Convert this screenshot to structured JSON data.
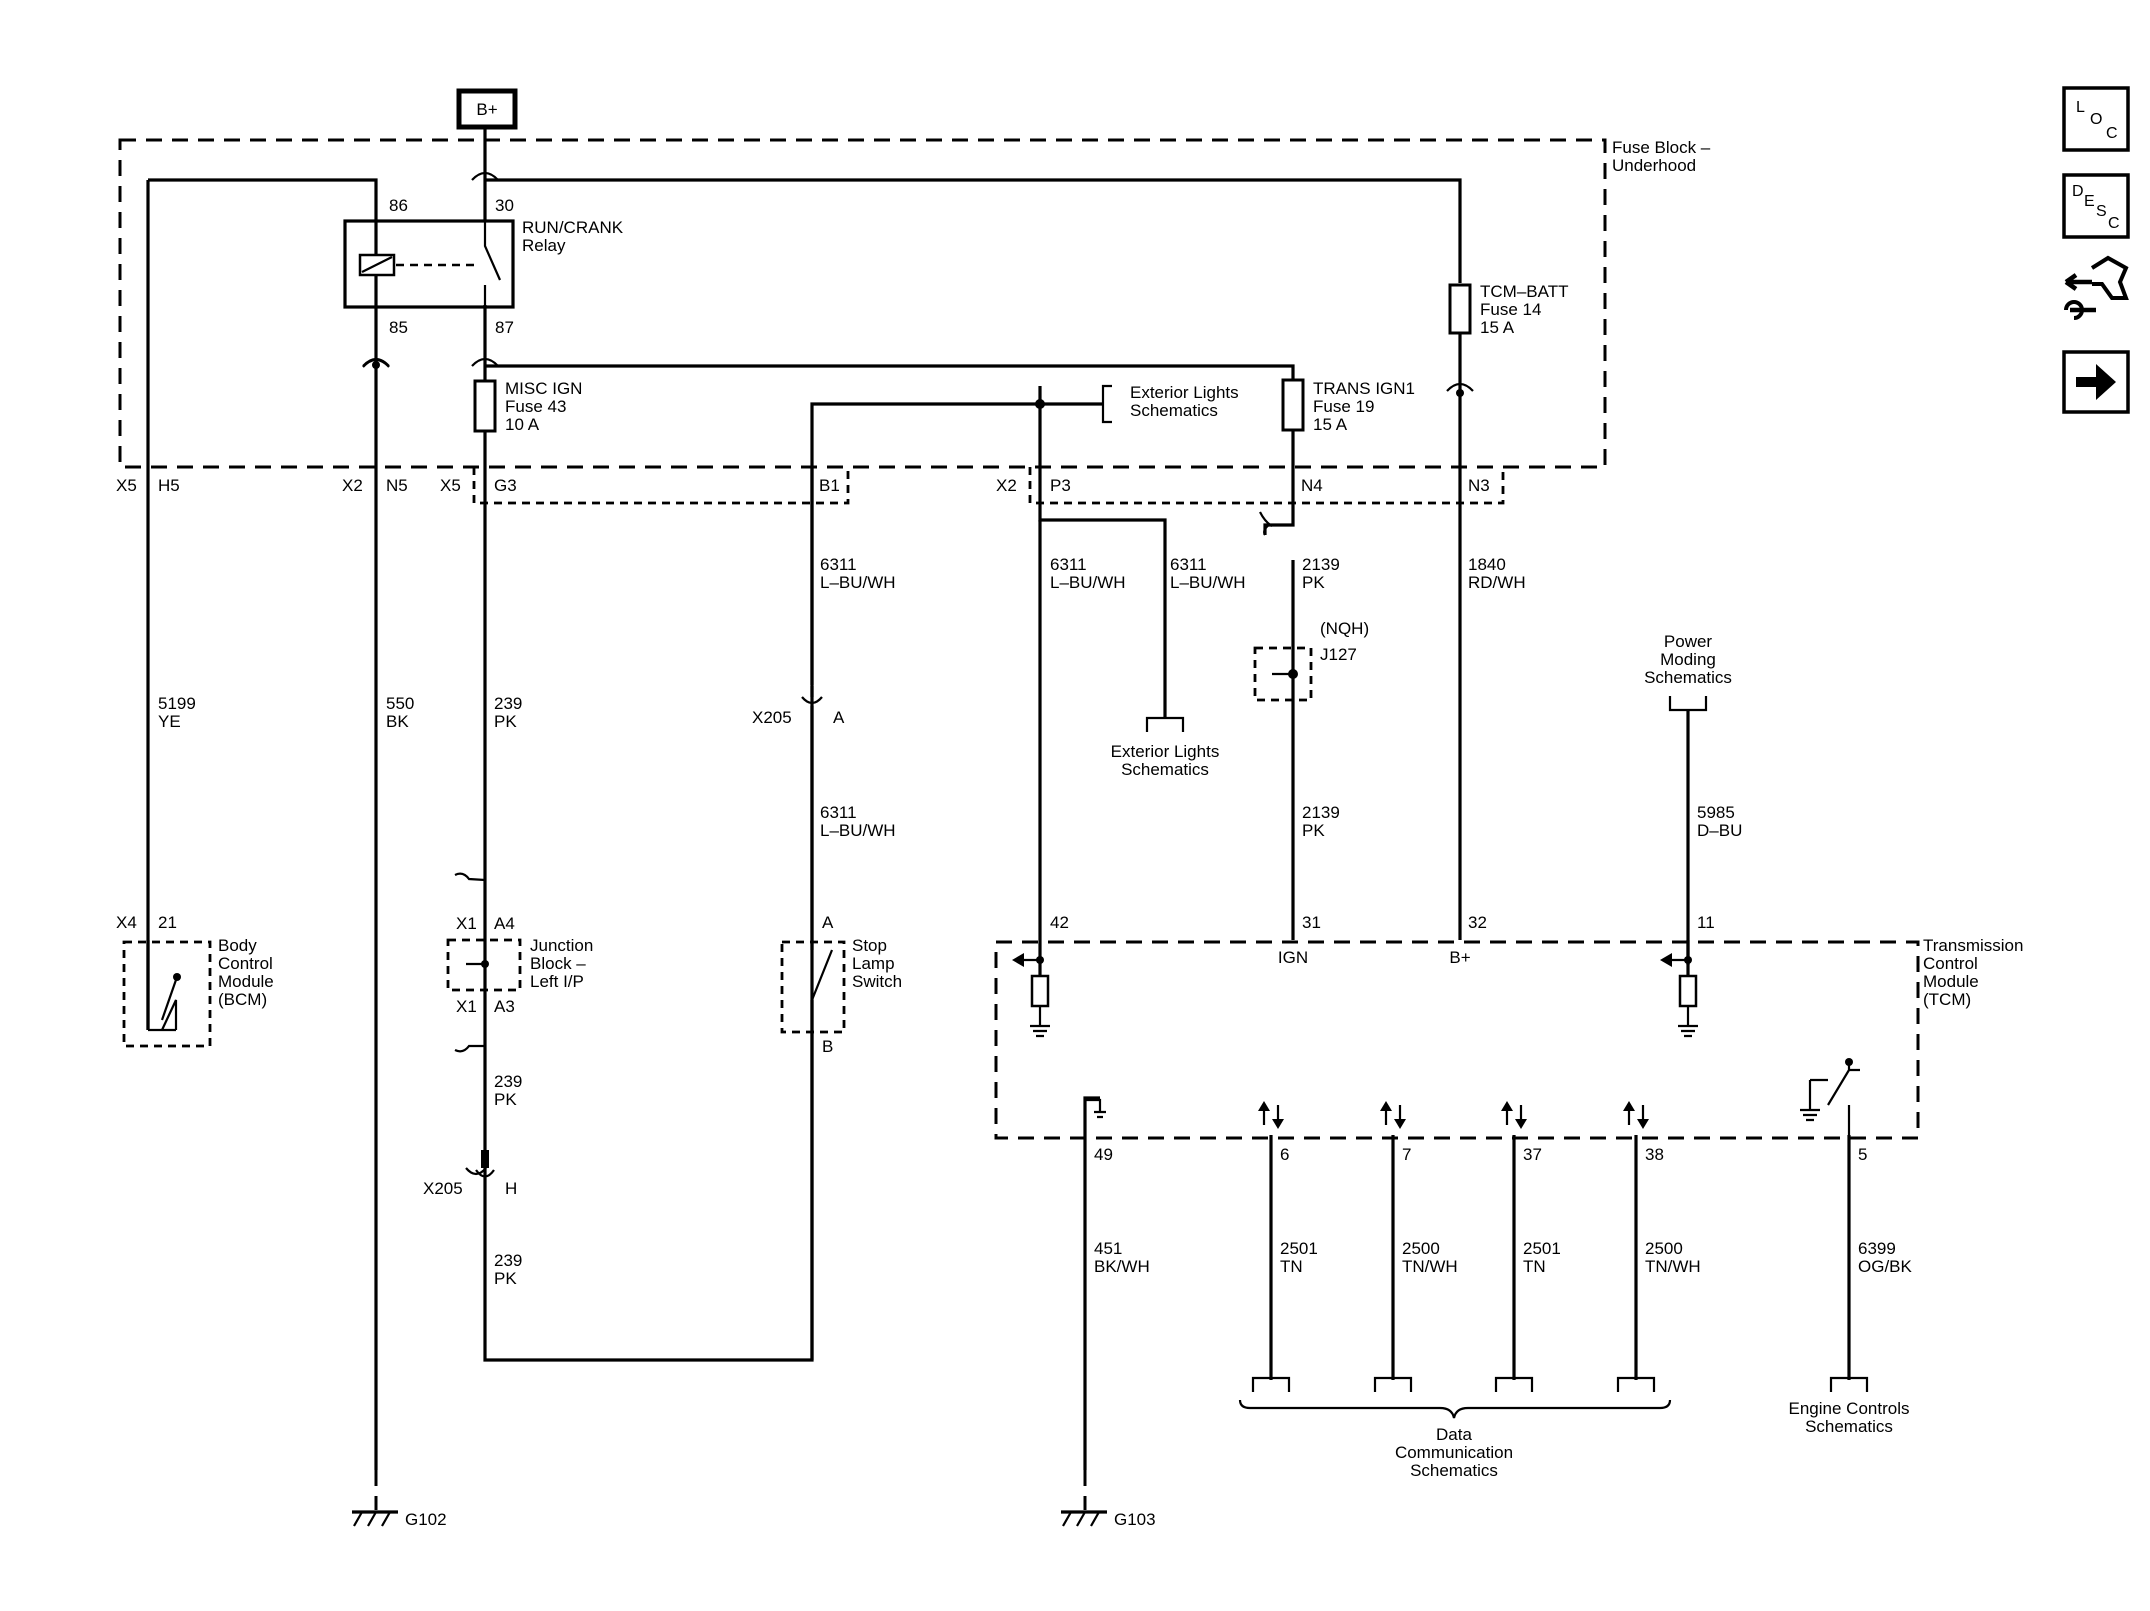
{
  "battery": "B+",
  "fuse_block": {
    "title": [
      "Fuse Block –",
      "Underhood"
    ]
  },
  "relay": {
    "label": [
      "RUN/CRANK",
      "Relay"
    ],
    "pins": {
      "p86": "86",
      "p30": "30",
      "p85": "85",
      "p87": "87"
    }
  },
  "fuses": {
    "misc_ign": [
      "MISC IGN",
      "Fuse 43",
      "10 A"
    ],
    "tcm_batt": [
      "TCM–BATT",
      "Fuse 14",
      "15 A"
    ],
    "trans_ign1": [
      "TRANS IGN1",
      "Fuse 19",
      "15 A"
    ]
  },
  "references": {
    "ext_lights_top": [
      "Exterior Lights",
      "Schematics"
    ],
    "ext_lights_bottom": [
      "Exterior Lights",
      "Schematics"
    ],
    "power_moding": [
      "Power",
      "Moding",
      "Schematics"
    ],
    "data_comm": [
      "Data",
      "Communication",
      "Schematics"
    ],
    "engine_controls": [
      "Engine Controls",
      "Schematics"
    ]
  },
  "connectors": {
    "x5_h5": {
      "conn": "X5",
      "pin": "H5"
    },
    "x2_n5": {
      "conn": "X2",
      "pin": "N5"
    },
    "x5_g3": {
      "conn": "X5",
      "pin": "G3"
    },
    "b1": {
      "pin": "B1"
    },
    "x2_p3": {
      "conn": "X2",
      "pin": "P3"
    },
    "n4": {
      "pin": "N4"
    },
    "n3": {
      "pin": "N3"
    }
  },
  "wires": {
    "w5199": [
      "5199",
      "YE"
    ],
    "w550": [
      "550",
      "BK"
    ],
    "w239a": [
      "239",
      "PK"
    ],
    "w239b": [
      "239",
      "PK"
    ],
    "w239c": [
      "239",
      "PK"
    ],
    "w6311a": [
      "6311",
      "L–BU/WH"
    ],
    "w6311b": [
      "6311",
      "L–BU/WH"
    ],
    "w6311c": [
      "6311",
      "L–BU/WH"
    ],
    "w6311d": [
      "6311",
      "L–BU/WH"
    ],
    "w2139a": [
      "2139",
      "PK"
    ],
    "w2139b": [
      "2139",
      "PK"
    ],
    "w1840": [
      "1840",
      "RD/WH"
    ],
    "w5985": [
      "5985",
      "D–BU"
    ],
    "w451": [
      "451",
      "BK/WH"
    ],
    "w2501a": [
      "2501",
      "TN"
    ],
    "w2500a": [
      "2500",
      "TN/WH"
    ],
    "w2501b": [
      "2501",
      "TN"
    ],
    "w2500b": [
      "2500",
      "TN/WH"
    ],
    "w6399": [
      "6399",
      "OG/BK"
    ]
  },
  "splice": {
    "option": "(NQH)",
    "name": "J127"
  },
  "inline_x205a": {
    "conn": "X205",
    "pin": "A"
  },
  "inline_x205h": {
    "conn": "X205",
    "pin": "H"
  },
  "bcm": {
    "conn": "X4",
    "pin": "21",
    "label": [
      "Body",
      "Control",
      "Module",
      "(BCM)"
    ]
  },
  "junction_block": {
    "conn_top": "X1",
    "pin_top": "A4",
    "conn_bot": "X1",
    "pin_bot": "A3",
    "label": [
      "Junction",
      "Block –",
      "Left I/P"
    ]
  },
  "stop_lamp": {
    "pin_top": "A",
    "pin_bot": "B",
    "label": [
      "Stop",
      "Lamp",
      "Switch"
    ]
  },
  "tcm": {
    "label": [
      "Transmission",
      "Control",
      "Module",
      "(TCM)"
    ],
    "top_pins": {
      "p42": "42",
      "p31": "31",
      "p32": "32",
      "p11": "11"
    },
    "ign": "IGN",
    "bplus": "B+",
    "bottom_pins": {
      "p49": "49",
      "p6": "6",
      "p7": "7",
      "p37": "37",
      "p38": "38",
      "p5": "5"
    }
  },
  "grounds": {
    "g102": "G102",
    "g103": "G103"
  },
  "nav": {
    "loc": [
      "L",
      "O",
      "C"
    ],
    "desc": [
      "D",
      "E",
      "S",
      "C"
    ]
  }
}
